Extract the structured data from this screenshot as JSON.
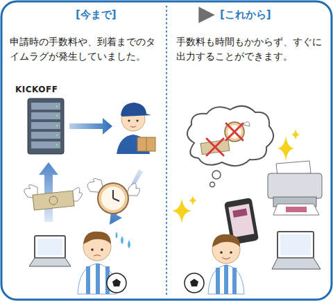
{
  "diagram": {
    "nodes": [
      {
        "text": [
          "[今まで]"
        ]
      },
      {
        "text": [
          "[これから]"
        ]
      }
    ],
    "edges": [
      {
        "from": 0,
        "to": 1,
        "arrow": "to"
      }
    ],
    "labels": [
      "申請時の手数料や、到着までのタイムラグが発生していました。",
      "KICKOFF",
      "手数料も時間もかからず、すぐに出力することができます。"
    ]
  }
}
